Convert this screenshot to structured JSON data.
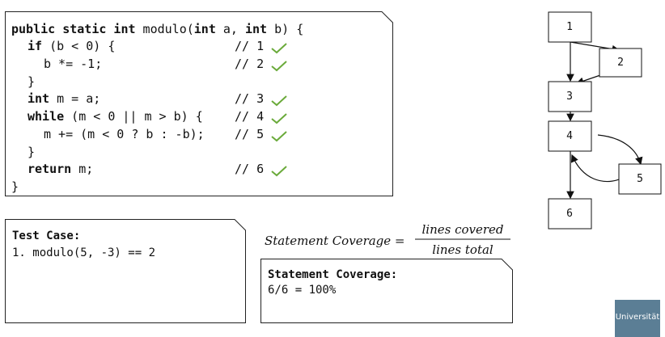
{
  "code": {
    "lines": [
      {
        "kw1": "public static int",
        "rest1": " modulo(",
        "kw2": "int",
        "rest2": " a, ",
        "kw3": "int",
        "rest3": " b) {"
      },
      {
        "kw1": "if",
        "rest1": " (b < 0) {"
      },
      {
        "rest1": "b *= -1;"
      },
      {
        "rest1": "}"
      },
      {
        "kw1": "int",
        "rest1": " m = a;"
      },
      {
        "kw1": "while",
        "rest1": " (m < 0 || m > b) {"
      },
      {
        "rest1": "m += (m < 0 ? b : -b);"
      },
      {
        "rest1": "}"
      },
      {
        "kw1": "return",
        "rest1": " m;"
      },
      {
        "rest1": "}"
      }
    ],
    "comments": [
      "// 1",
      "// 2",
      "// 3",
      "// 4",
      "// 5",
      "// 6"
    ],
    "check_color": "#6aaa3a"
  },
  "test": {
    "title": "Test Case:",
    "item": "1. modulo(5, -3) == 2"
  },
  "formula": {
    "lhs": "Statement Coverage =",
    "numerator": "lines covered",
    "denominator": "lines total"
  },
  "coverage": {
    "title": "Statement Coverage:",
    "value": "6/6 = 100%"
  },
  "graph": {
    "nodes": [
      "1",
      "2",
      "3",
      "4",
      "5",
      "6"
    ]
  },
  "logo": {
    "text": "Universität"
  }
}
